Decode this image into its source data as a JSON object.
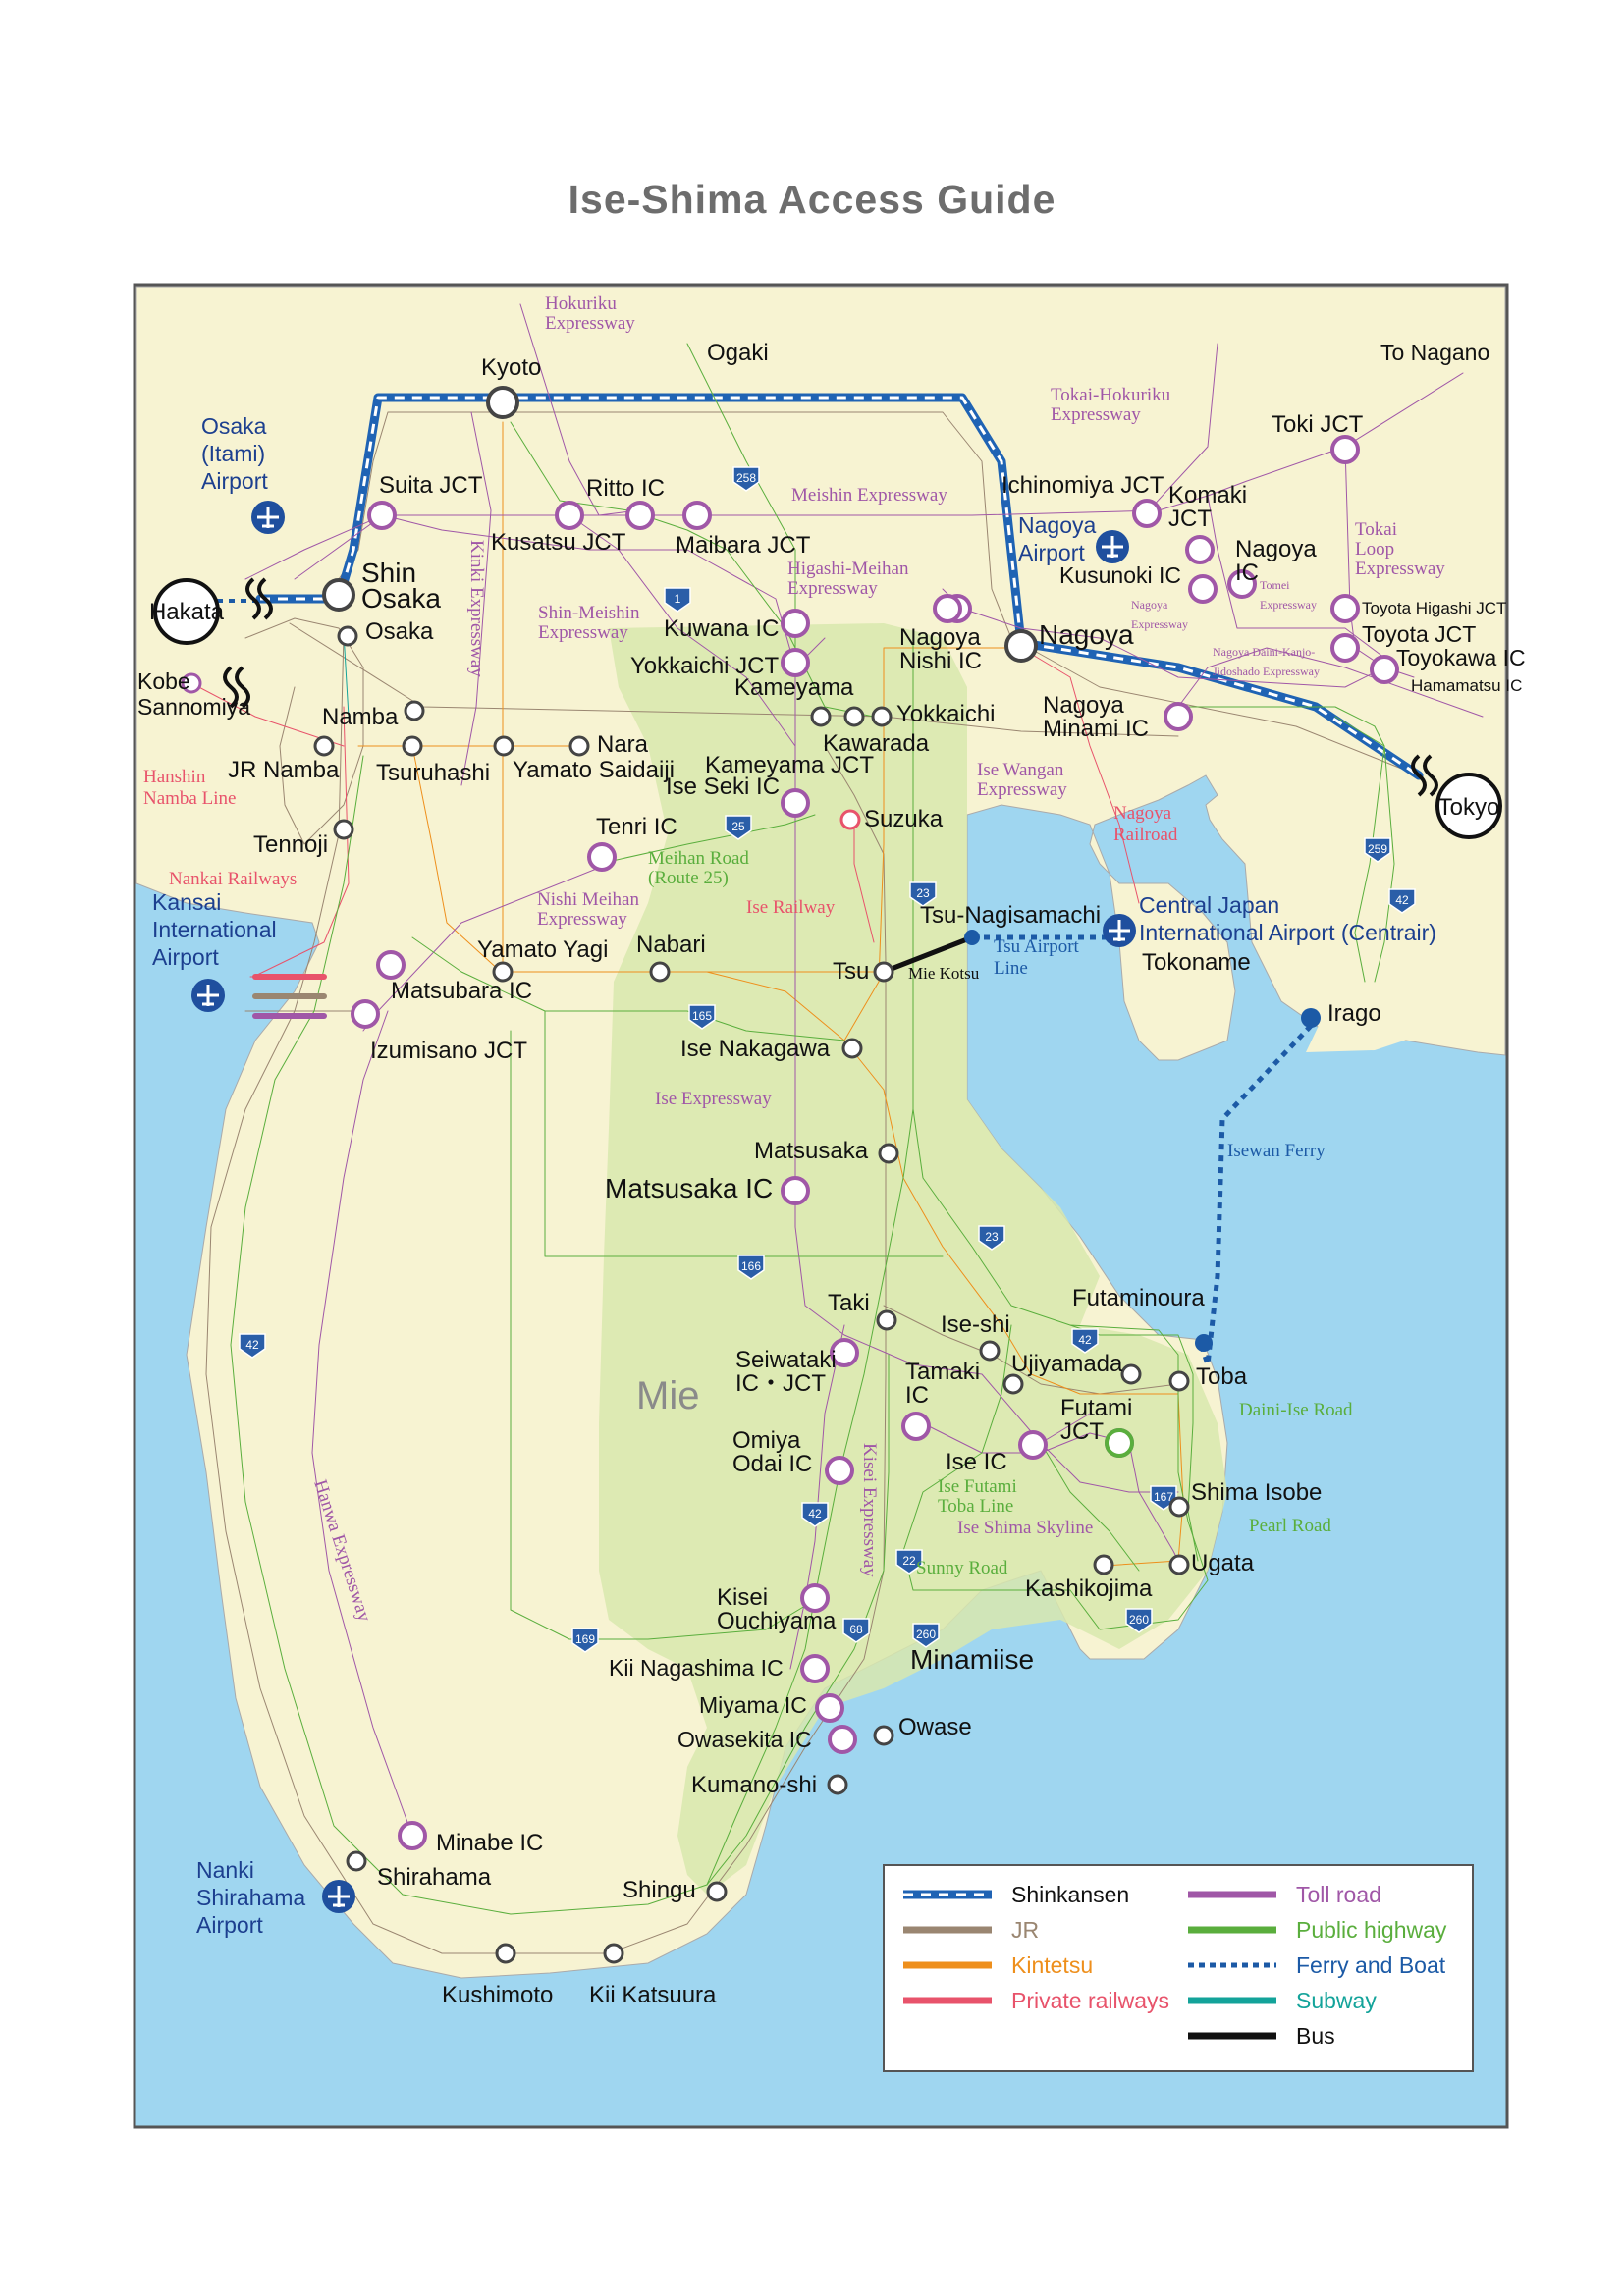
{
  "title": "Ise-Shima Access Guide",
  "colors": {
    "land": "#f7f3d2",
    "sea": "#9fd6f0",
    "mie_region": "#d8e7ae",
    "shinkansen": "#1f63b4",
    "jr": "#9a8671",
    "kintetsu": "#ee8f1c",
    "private_railways": "#e8536b",
    "toll_road": "#a057a7",
    "public_highway": "#5aae3d",
    "ferry": "#1c5aa6",
    "subway": "#13a39a",
    "bus": "#111111"
  },
  "region_label": "Mie",
  "stations": [
    {
      "id": "kyoto",
      "name": "Kyoto"
    },
    {
      "id": "shin_osaka",
      "name": "Shin\nOsaka"
    },
    {
      "id": "osaka",
      "name": "Osaka"
    },
    {
      "id": "namba",
      "name": "Namba"
    },
    {
      "id": "jr_namba",
      "name": "JR Namba"
    },
    {
      "id": "tsuruhashi",
      "name": "Tsuruhashi"
    },
    {
      "id": "tennoji",
      "name": "Tennoji"
    },
    {
      "id": "nara",
      "name": "Nara"
    },
    {
      "id": "yamato_saidaiji",
      "name": "Yamato Saidaiji"
    },
    {
      "id": "yamato_yagi",
      "name": "Yamato Yagi"
    },
    {
      "id": "nabari",
      "name": "Nabari"
    },
    {
      "id": "nagoya",
      "name": "Nagoya"
    },
    {
      "id": "kameyama",
      "name": "Kameyama"
    },
    {
      "id": "kawarada",
      "name": "Kawarada"
    },
    {
      "id": "yokkaichi",
      "name": "Yokkaichi"
    },
    {
      "id": "suzuka",
      "name": "Suzuka"
    },
    {
      "id": "tsu",
      "name": "Tsu"
    },
    {
      "id": "tsu_nagisamachi",
      "name": "Tsu-Nagisamachi"
    },
    {
      "id": "ise_nakagawa",
      "name": "Ise Nakagawa"
    },
    {
      "id": "matsusaka",
      "name": "Matsusaka"
    },
    {
      "id": "taki",
      "name": "Taki"
    },
    {
      "id": "ise_shi",
      "name": "Ise-shi"
    },
    {
      "id": "ujiyamada",
      "name": "Ujiyamada"
    },
    {
      "id": "futaminoura",
      "name": "Futaminoura"
    },
    {
      "id": "toba",
      "name": "Toba"
    },
    {
      "id": "shima_isobe",
      "name": "Shima Isobe"
    },
    {
      "id": "ugata",
      "name": "Ugata"
    },
    {
      "id": "kashikojima",
      "name": "Kashikojima"
    },
    {
      "id": "owase",
      "name": "Owase"
    },
    {
      "id": "kumano_shi",
      "name": "Kumano-shi"
    },
    {
      "id": "shingu",
      "name": "Shingu"
    },
    {
      "id": "kii_katsuura",
      "name": "Kii Katsuura"
    },
    {
      "id": "kushimoto",
      "name": "Kushimoto"
    },
    {
      "id": "shirahama",
      "name": "Shirahama"
    },
    {
      "id": "hakata",
      "name": "Hakata"
    },
    {
      "id": "tokyo",
      "name": "Tokyo"
    },
    {
      "id": "kobe_sannomiya",
      "name": "Kobe\nSannomiya"
    },
    {
      "id": "irago",
      "name": "Irago"
    },
    {
      "id": "tokoname",
      "name": "Tokoname"
    },
    {
      "id": "minamiise",
      "name": "Minamiise"
    }
  ],
  "interchanges": [
    "Suita JCT",
    "Ritto IC",
    "Kusatsu JCT",
    "Maibara JCT",
    "Ichinomiya JCT",
    "Komaki\nJCT",
    "Nagoya\nIC",
    "Kusunoki IC",
    "Toki JCT",
    "Toyota Higashi JCT",
    "Toyota JCT",
    "Toyokawa IC",
    "Hamamatsu IC",
    "Kuwana IC",
    "Yokkaichi JCT",
    "Nagoya\nNishi IC",
    "Nagoya\nMinami IC",
    "Kameyama JCT",
    "Ise Seki IC",
    "Tenri IC",
    "Matsubara IC",
    "Izumisano JCT",
    "Matsusaka IC",
    "Seiwataki\nIC・JCT",
    "Tamaki\nIC",
    "Futami\nJCT",
    "Ise IC",
    "Omiya\nOdai IC",
    "Kisei\nOuchiyama",
    "Kii Nagashima IC",
    "Miyama IC",
    "Owasekita IC",
    "Minabe IC"
  ],
  "places": [
    "Ogaki",
    "To Nagano"
  ],
  "airports": [
    "Osaka\n(Itami)\nAirport",
    "Kansai\nInternational\nAirport",
    "Nagoya\nAirport",
    "Central Japan\nInternational Airport (Centrair)",
    "Nanki\nShirahama\nAirport"
  ],
  "line_labels": {
    "roads": [
      "Hokuriku\nExpressway",
      "Meishin Expressway",
      "Tokai-Hokuriku\nExpressway",
      "Kinki Expressway",
      "Shin-Meishin\nExpressway",
      "Higashi-Meihan\nExpressway",
      "Nagoya\nExpressway",
      "Tomei\nExpressway",
      "Tokai\nLoop\nExpressway",
      "Nagoya Daini-Kanjo-\nJidoshado Expressway",
      "Ise Wangan\nExpressway",
      "Nishi Meihan\nExpressway",
      "Ise Expressway",
      "Kisei Expressway",
      "Hanwa Expressway",
      "Ise Shima Skyline"
    ],
    "rail": [
      "Hanshin\nNamba Line",
      "Nankai Railways",
      "Ise Railway",
      "Nagoya\nRailroad"
    ],
    "highways": [
      "Meihan Road\n(Route 25)",
      "Ise Futami\nToba Line",
      "Daini-Ise Road",
      "Pearl Road",
      "Sunny Road"
    ],
    "ferry": [
      "Tsu Airport\nLine",
      "Isewan Ferry"
    ],
    "bus": [
      "Mie Kotsu"
    ]
  },
  "route_shields": [
    "258",
    "1",
    "25",
    "23",
    "165",
    "166",
    "23",
    "42",
    "42",
    "167",
    "260",
    "260",
    "42",
    "68",
    "22",
    "169",
    "42",
    "259",
    "42"
  ],
  "legend": [
    {
      "label": "Shinkansen",
      "key": "shinkansen",
      "style": "shinkansen"
    },
    {
      "label": "JR",
      "key": "jr",
      "style": "line"
    },
    {
      "label": "Kintetsu",
      "key": "kintetsu",
      "style": "line"
    },
    {
      "label": "Private railways",
      "key": "private_railways",
      "style": "line"
    },
    {
      "label": "Toll road",
      "key": "toll_road",
      "style": "line"
    },
    {
      "label": "Public highway",
      "key": "public_highway",
      "style": "line"
    },
    {
      "label": "Ferry and Boat",
      "key": "ferry",
      "style": "dotted"
    },
    {
      "label": "Subway",
      "key": "subway",
      "style": "line"
    },
    {
      "label": "Bus",
      "key": "bus",
      "style": "line"
    }
  ]
}
